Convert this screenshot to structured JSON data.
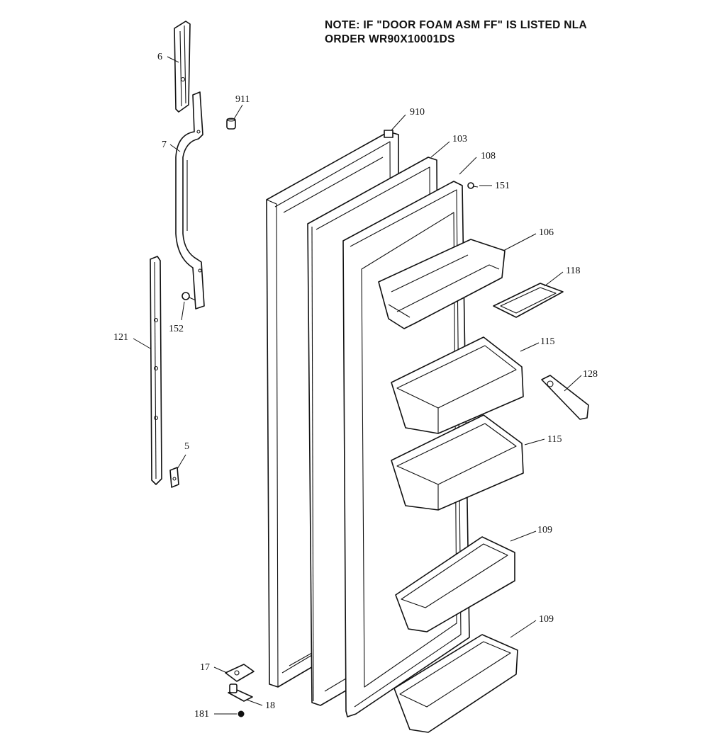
{
  "note": {
    "line1": "NOTE: IF \"DOOR FOAM ASM FF\" IS LISTED NLA",
    "line2": "ORDER WR90X10001DS"
  },
  "labels": {
    "p6": "6",
    "p7": "7",
    "p911": "911",
    "p910": "910",
    "p103": "103",
    "p108": "108",
    "p151": "151",
    "p106": "106",
    "p118": "118",
    "p152": "152",
    "p121": "121",
    "p115a": "115",
    "p128": "128",
    "p115b": "115",
    "p5": "5",
    "p109a": "109",
    "p109b": "109",
    "p17": "17",
    "p18": "18",
    "p181": "181"
  }
}
